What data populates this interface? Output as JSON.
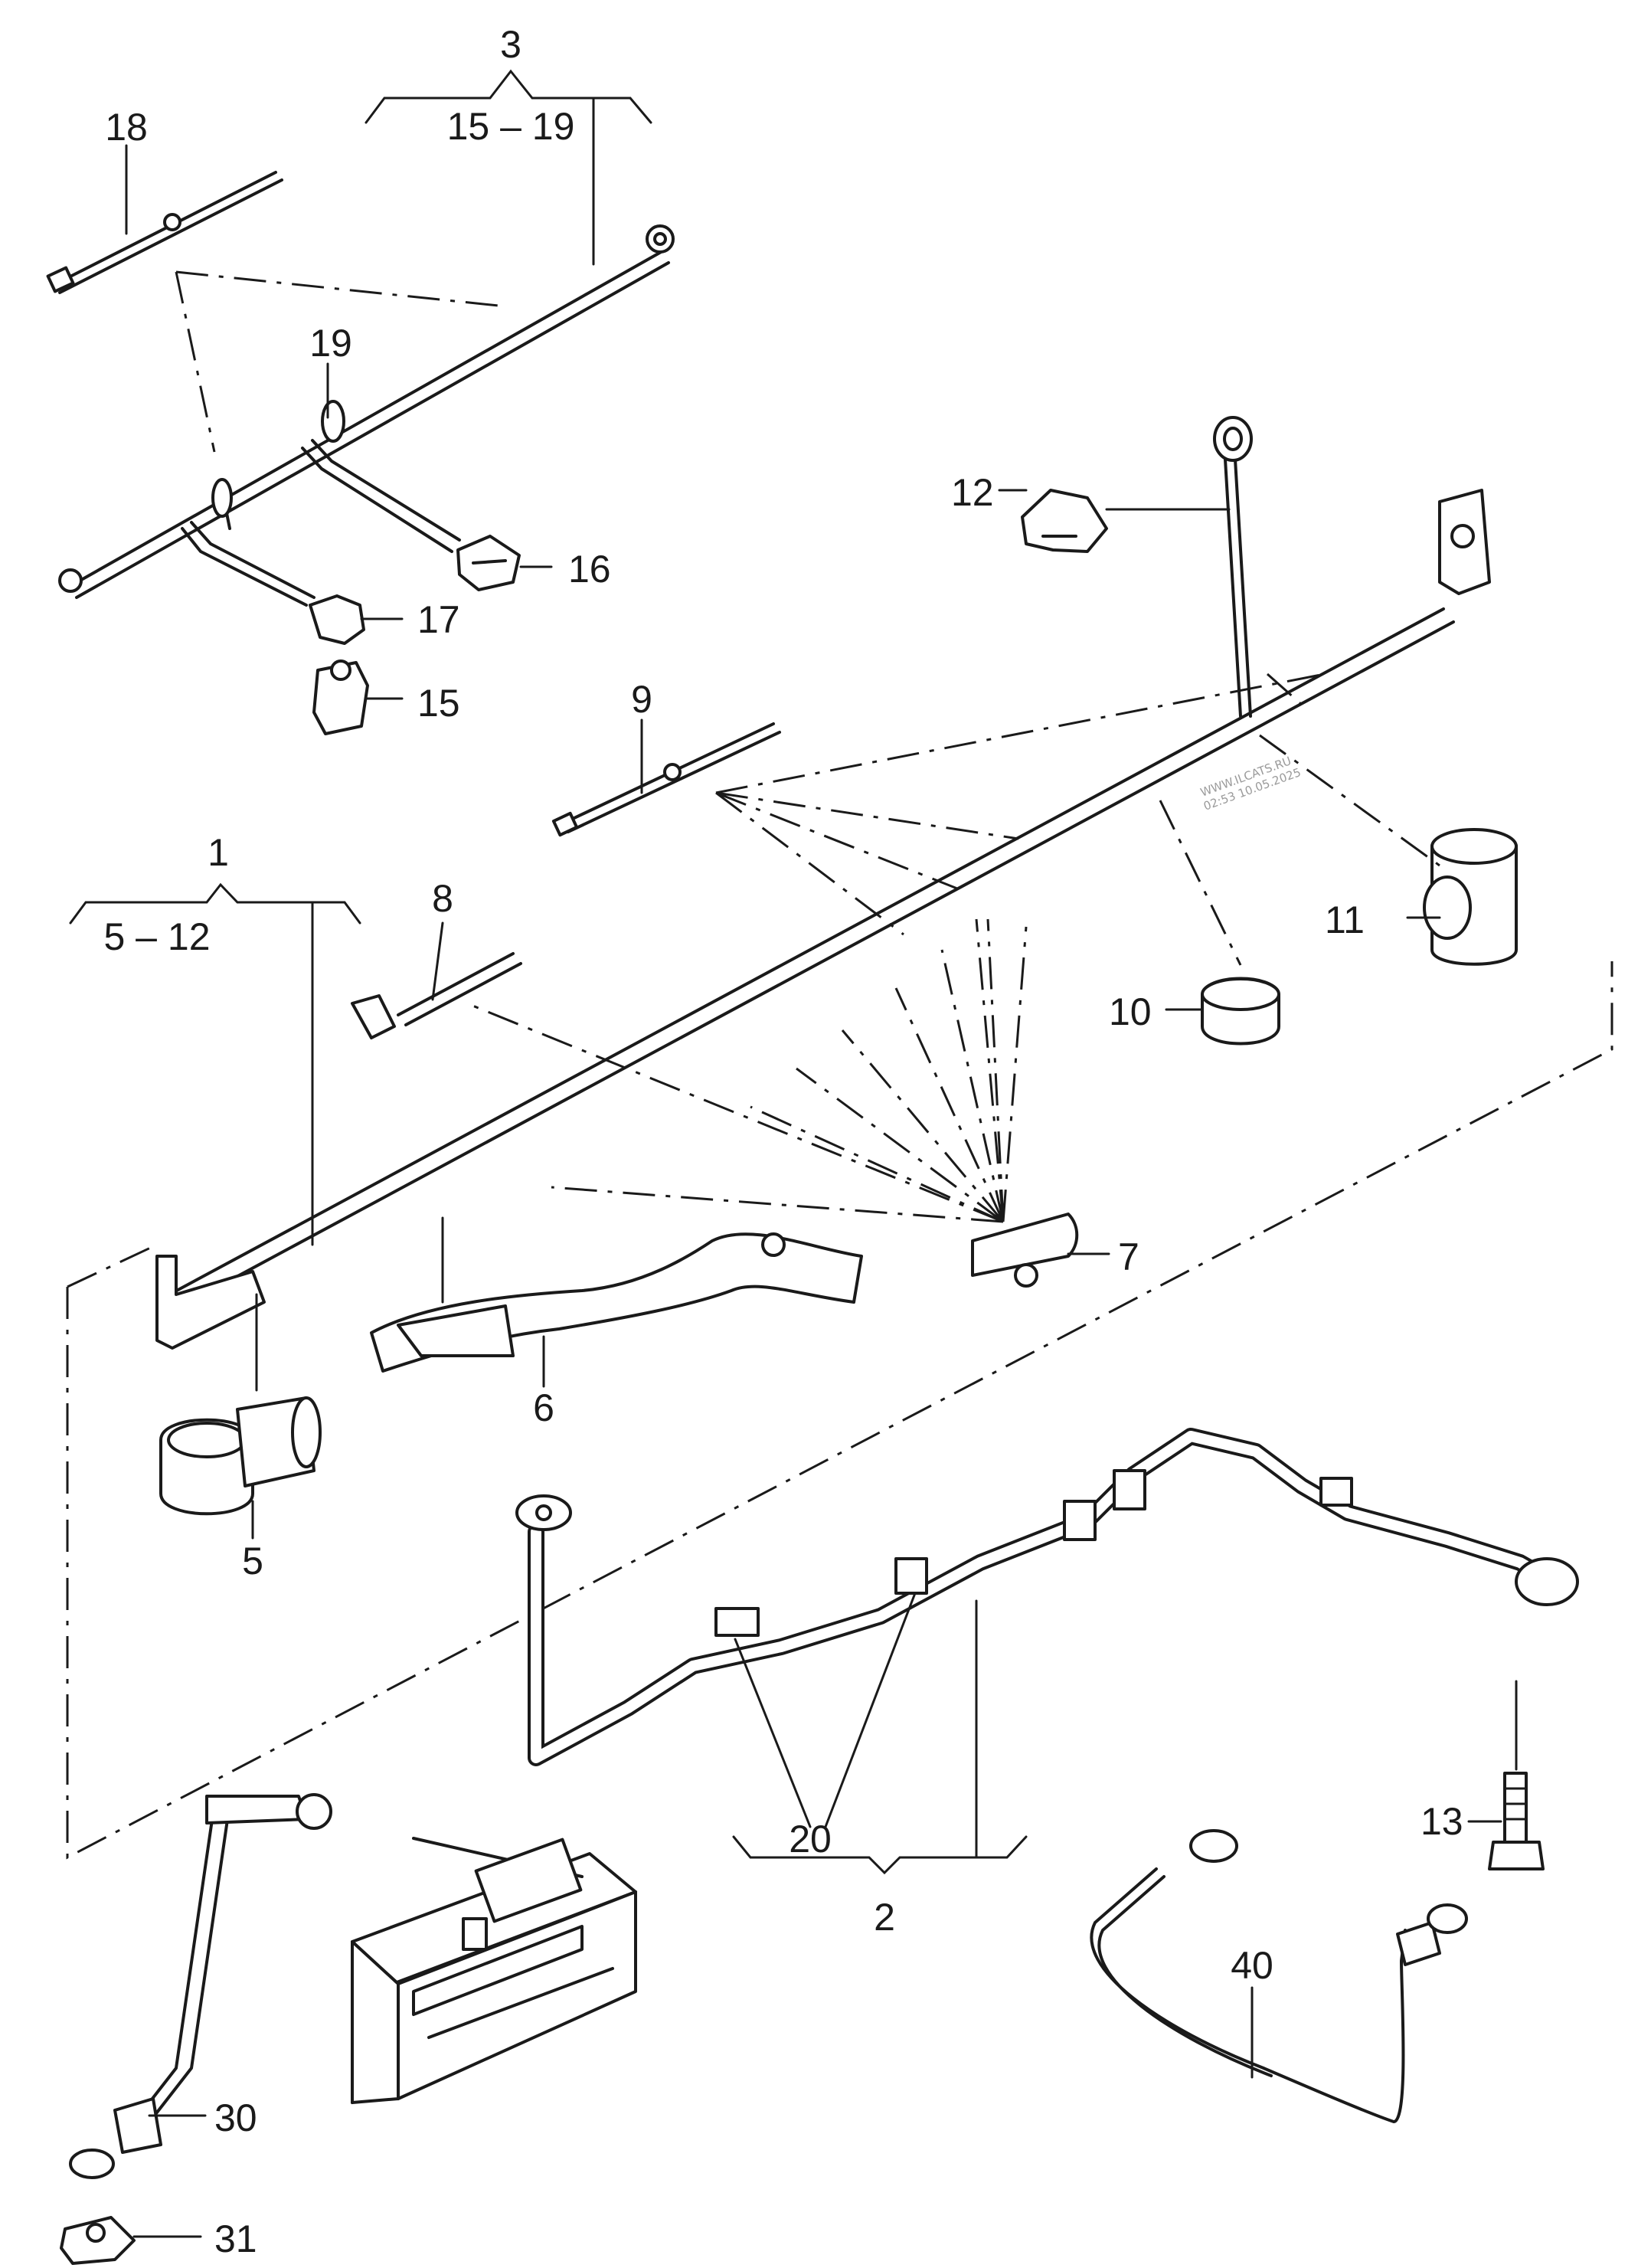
{
  "watermark": {
    "line1": "WWW.ILCATS.RU",
    "line2": "02:53 10.05.2025"
  },
  "labels": {
    "p1": "1",
    "p2": "2",
    "p3": "3",
    "p5": "5",
    "p6": "6",
    "p7": "7",
    "p8": "8",
    "p9": "9",
    "p10": "10",
    "p11": "11",
    "p12": "12",
    "p13": "13",
    "p15": "15",
    "p16": "16",
    "p17": "17",
    "p18": "18",
    "p19": "19",
    "p20": "20",
    "p30": "30",
    "p31": "31",
    "p40": "40"
  },
  "groups": {
    "g1_range": "5 – 12",
    "g3_range": "15 – 19"
  }
}
